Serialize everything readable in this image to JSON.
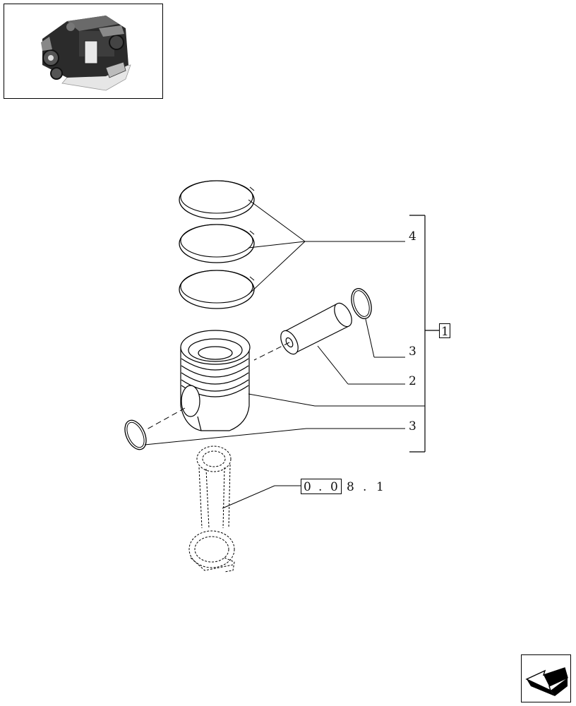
{
  "thumbnail": {
    "icon": "engine-thumbnail-icon"
  },
  "callouts": {
    "piston_rings": "4",
    "circlip_upper": "3",
    "piston_pin": "2",
    "circlip_lower": "3",
    "assembly": "1"
  },
  "reference": {
    "boxed": [
      "0",
      ".",
      "0"
    ],
    "rest": [
      "8",
      ".",
      "1"
    ]
  },
  "nav": {
    "icon": "previous-page-arrow-icon"
  }
}
